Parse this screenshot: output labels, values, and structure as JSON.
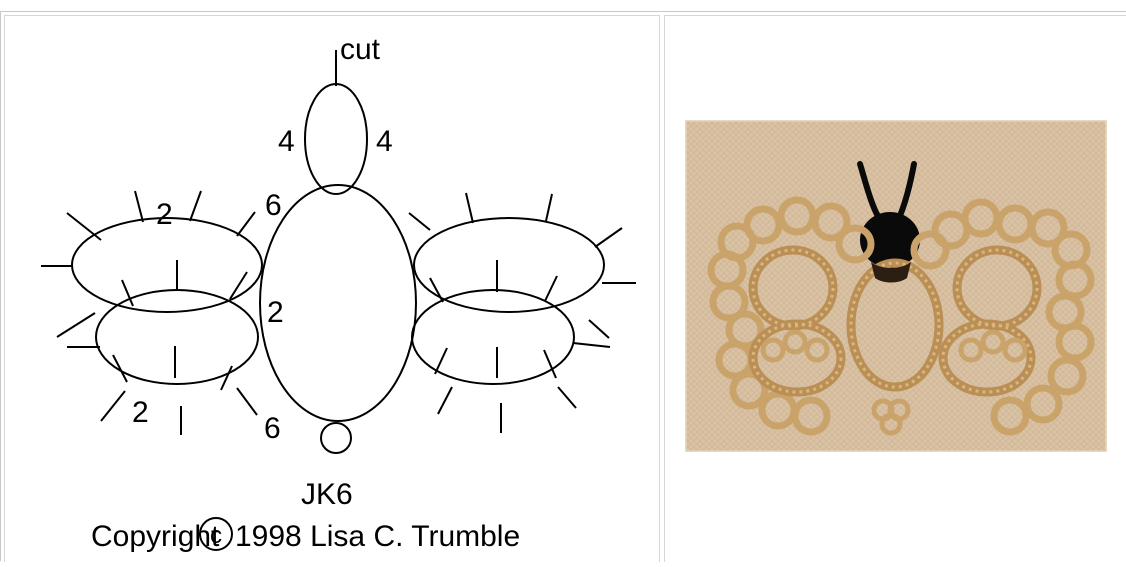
{
  "pattern_diagram": {
    "labels": {
      "top": "cut",
      "upper_left": "4",
      "upper_right": "4",
      "shoulder": "6",
      "wing_top": "2",
      "center": "2",
      "wing_bottom": "2",
      "lower": "6",
      "joint": "JK6"
    },
    "copyright": {
      "prefix": "Copyright",
      "symbol": "c",
      "suffix": "1998 Lisa C. Trumble"
    }
  },
  "photo": {
    "description_icon": "tatted-butterfly-photo",
    "colors": {
      "fabric": "#d9c3a4",
      "lace": "#c9a36a",
      "lace_dark": "#a97f45",
      "body": "#0a0a0a"
    }
  }
}
